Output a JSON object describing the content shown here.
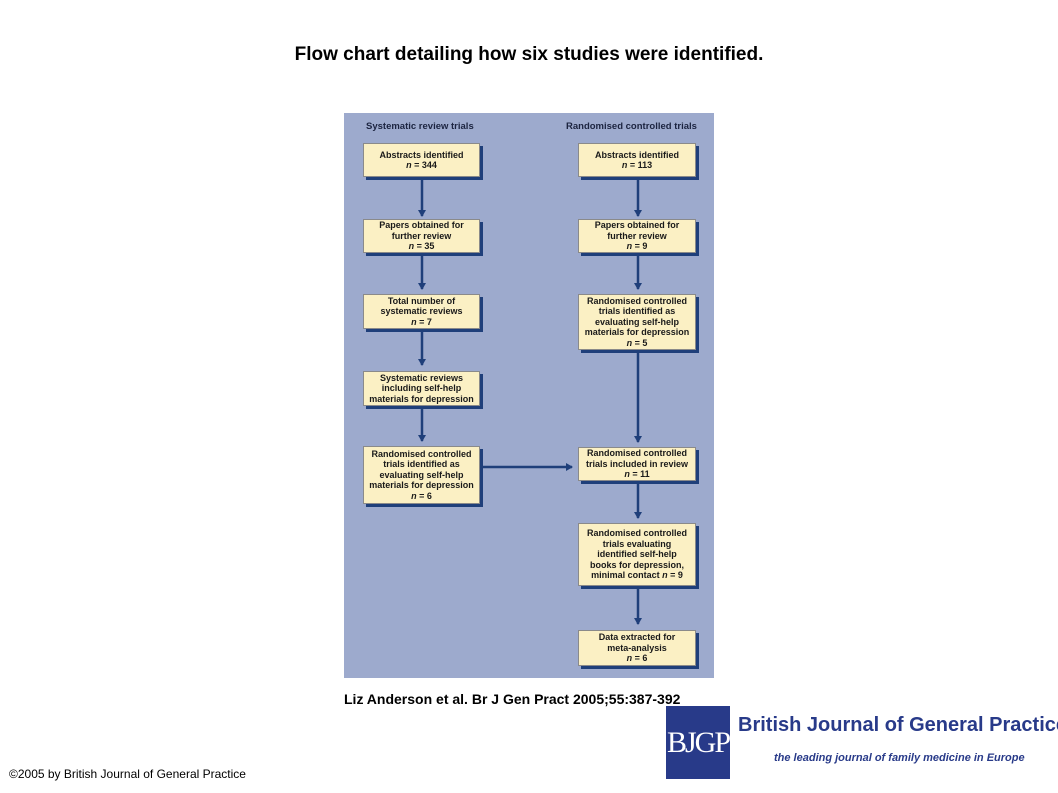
{
  "title": "Flow chart detailing how six studies were identified.",
  "flowchart": {
    "left_heading": "Systematic review trials",
    "right_heading": "Randomised controlled trials",
    "left_boxes": [
      {
        "lines": [
          "Abstracts identified"
        ],
        "n": "344"
      },
      {
        "lines": [
          "Papers obtained for",
          "further review"
        ],
        "n": "35"
      },
      {
        "lines": [
          "Total number of",
          "systematic reviews"
        ],
        "n": "7"
      },
      {
        "lines": [
          "Systematic reviews",
          "including self-help",
          "materials for depression"
        ]
      },
      {
        "lines": [
          "Randomised controlled",
          "trials identified as",
          "evaluating self-help",
          "materials for depression"
        ],
        "n": "6"
      }
    ],
    "right_boxes": [
      {
        "lines": [
          "Abstracts identified"
        ],
        "n": "113"
      },
      {
        "lines": [
          "Papers obtained for",
          "further review"
        ],
        "n": "9"
      },
      {
        "lines": [
          "Randomised controlled",
          "trials identified as",
          "evaluating self-help",
          "materials for depression"
        ],
        "n": "5"
      },
      {
        "lines": [
          "Randomised controlled",
          "trials included in review"
        ],
        "n": "11"
      },
      {
        "lines": [
          "Randomised controlled",
          "trials evaluating",
          "identified self-help",
          "books for depression,",
          "minimal contact"
        ],
        "n": "9",
        "inline_n": true
      },
      {
        "lines": [
          "Data extracted for",
          "meta-analysis"
        ],
        "n": "6"
      }
    ]
  },
  "citation": "Liz Anderson et al. Br J Gen Pract 2005;55:387-392",
  "copyright": "©2005 by British Journal of General Practice",
  "logo": {
    "mark": "BJGP",
    "name": "British Journal of General Practice",
    "tagline": "the leading journal of family medicine in Europe"
  },
  "colors": {
    "panel": "#9daacd",
    "box_fill": "#fbf0c4",
    "arrow": "#1f3f7a",
    "brand": "#283a89"
  }
}
